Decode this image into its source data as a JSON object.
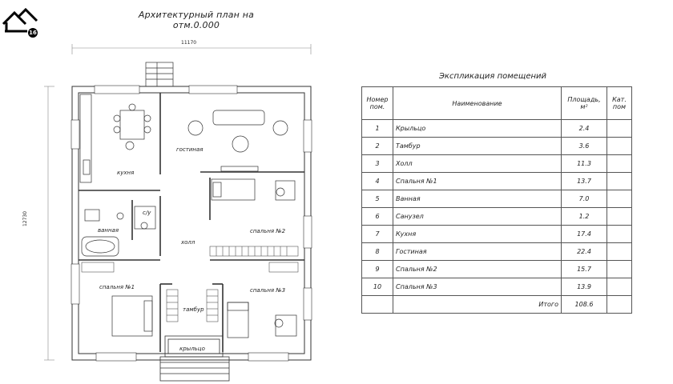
{
  "header": {
    "plan_title": "Архитектурный план на отм.0.000",
    "dim_width": "11170",
    "dim_height": "12730",
    "logo_number": "16"
  },
  "rooms": {
    "kitchen": "кухня",
    "living": "гостиная",
    "wc": "с/у",
    "bath": "ванная",
    "hall": "холл",
    "bedroom1": "спальня №1",
    "bedroom2": "спальня №2",
    "bedroom3": "спальня №3",
    "tambour": "тамбур",
    "porch": "крыльцо"
  },
  "explication": {
    "title": "Экспликация помещений",
    "columns": [
      "Номер пом.",
      "Наименование",
      "Площадь, м²",
      "Кат. пом"
    ],
    "rows": [
      {
        "num": "1",
        "name": "Крыльцо",
        "area": "2.4"
      },
      {
        "num": "2",
        "name": "Тамбур",
        "area": "3.6"
      },
      {
        "num": "3",
        "name": "Холл",
        "area": "11.3"
      },
      {
        "num": "4",
        "name": "Спальня №1",
        "area": "13.7"
      },
      {
        "num": "5",
        "name": "Ванная",
        "area": "7.0"
      },
      {
        "num": "6",
        "name": "Санузел",
        "area": "1.2"
      },
      {
        "num": "7",
        "name": "Кухня",
        "area": "17.4"
      },
      {
        "num": "8",
        "name": "Гостиная",
        "area": "22.4"
      },
      {
        "num": "9",
        "name": "Спальня №2",
        "area": "15.7"
      },
      {
        "num": "10",
        "name": "Спальня №3",
        "area": "13.9"
      }
    ],
    "total_label": "Итого",
    "total_area": "108.6"
  }
}
